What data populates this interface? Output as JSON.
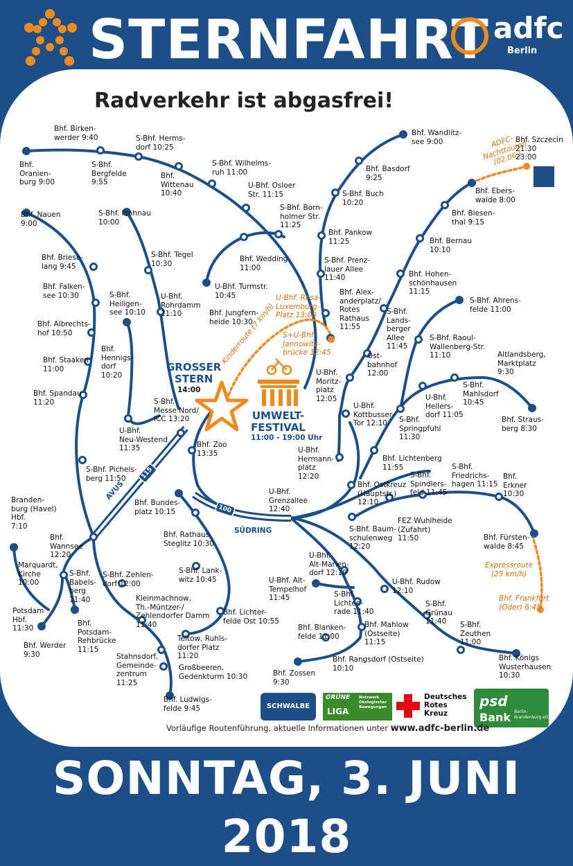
{
  "header": {
    "title": "STERNFAHRT",
    "org_name": "adfc",
    "org_city": "Berlin",
    "tagline": "Radverkehr ist abgasfrei!",
    "logo_icon": "orange-star-logo-icon"
  },
  "colors": {
    "route": "#1c4f88",
    "accent": "#ee8a1e",
    "background": "#1c4f88"
  },
  "center": {
    "stern_title": "GROSSER\nSTERN",
    "stern_time": "14:00",
    "festival_title": "UMWELT-\nFESTIVAL",
    "festival_time": "11:00 - 19:00 Uhr"
  },
  "special": {
    "kinderroute": "Kinderroute (7 km/h)",
    "nachttouren": "ADFC-\nNachttouren\n(02.06.)",
    "expressroute": "Expressroute\n(25 km/h)",
    "avus": "AVUS",
    "suedring": "SÜDRING",
    "shield_115": "115",
    "shield_100": "100"
  },
  "stations": [
    "Bhf. Birken-\nwerder 9:40",
    "S-Bhf. Herms-\ndorf 10:25",
    "Bhf.\nOranien-\nburg 9:00",
    "S-Bhf.\nBergfelde\n9:55",
    "Bhf.\nWittenau\n10:40",
    "S-Bhf. Wilhelms-\nruh 11:00",
    "U-Bhf. Osloer\nStr. 11:15",
    "S-Bhf. Born-\nholmer Str.\n11:25",
    "Bhf. Wandlitz-\nsee 9:00",
    "Bhf. Basdorf\n9:25",
    "S-Bhf. Buch\n10:20",
    "Bhf. Pankow\n11:25",
    "S-Bhf. Prenz-\nlauer Allee\n11:40",
    "Bhf. Alex-\nanderplatz/\nRotes\nRathaus\n11:55",
    "Bhf. Nauen\n9:00",
    "S-Bhf. Frohnau\n10:00",
    "S-Bhf. Tegel\n10:30",
    "U-Bhf.\nRohrdamm\n11:10",
    "Bhf. Wedding\n11:00",
    "U-Bhf. Turmstr.\n10:45",
    "Bhf. Jungfern-\nheide 10:30",
    "Bhf. Briese-\nlang 9:45",
    "Bhf. Falken-\nsee 10:30",
    "S-Bhf.\nHeiligen-\nsee 10:10",
    "Bhf. Albrechts-\nhof 10:50",
    "Bhf.\nHennigs-\ndorf\n10:20",
    "Bhf. Staaken\n11:00",
    "Bhf. Spandau\n11:20",
    "S-Bhf.\nMesse Nord/\nICC 13:20",
    "U-Bhf.\nNeu-Westend\n11:35",
    "Bhf. Zoo\n13:35",
    "S-Bhf. Pichels-\nberg 11:50",
    "U-Bhf. Rosa-\nLuxemburg-\nPlatz 13:00",
    "S+U-Bhf.\nJannowitz-\nbrücke 12:45",
    "U-Bhf.\nMoritz-\nplatz\n12:05",
    "U-Bhf.\nKottbusser\nTor 12:10",
    "U-Bhf.\nHermann-\nplatz\n12:20",
    "S-Bhf.\nLands-\nberger\nAllee\n11:45",
    "Ost-\nbahnhof\n12:00",
    "Bhf. Hohen-\nschönhausen\n11:15",
    "Bhf. Bernau\n10:10",
    "Bhf. Biesen-\nthal 9:15",
    "Bhf. Ebers-\nwalde 8:00",
    "Bhf. Szczecin\n21:30\n23:00",
    "S-Bhf. Ahrens-\nfelde 11:00",
    "S-Bhf. Raoul-\nWallenberg-Str.\n11:10",
    "S-Bhf.\nMahlsdorf\n10:45",
    "U-Bhf.\nHellers-\ndorf 11:05",
    "Altlandsberg,\nMarktplatz\n9:30",
    "Bhf. Straus-\nberg 8:30",
    "S-Bhf.\nSpringpfuhl\n11:30",
    "Bhf. Lichtenberg\n11:55",
    "Bhf. Ostkreuz\n(Hauptstr.)\n12:10",
    "S-Bhf.\nSpindlers-\nfeld 11:45",
    "S-Bhf.\nFriedrichs-\nhagen 11:15",
    "Bhf.\nErkner\n10:30",
    "U-Bhf.\nGrenzallee\n12:40",
    "S-Bhf. Baum-\nschulenweg\n12:20",
    "FEZ Wuhlheide\n(Zufahrt)\n11:50",
    "Bhf. Fürsten-\nwalde 8:45",
    "Bhf. Frankfurt\n(Oder) 6:45",
    "Branden-\nburg (Havel)\nHbf.\n7:10",
    "Bhf.\nWannsee\n12:20",
    "Bhf. Bundes-\nplatz 10:15",
    "Bhf. Rathaus\nSteglitz 10:30",
    "Marquardt,\nKirche\n10:00",
    "S-Bhf.\nBabels-\nberg\n11:40",
    "S-Bhf. Zehlen-\ndorf 12:00",
    "S-Bhf. Lank-\nwitz 10:45",
    "Potsdam\nHbf.\n11:30",
    "Kleinmachnow,\nTh.-Müntzer-/\nZehlendorfer Damm\n11:40",
    "Bhf. Lichter-\nfelde Ost 10:55",
    "Bhf.\nPotsdam-\nRehbrücke\n11:15",
    "Bhf. Werder\n9:30",
    "Teltow, Ruhls-\ndorfer Platz\n11:20",
    "Stahnsdorf,\nGemeinde-\nzentrum\n11:25",
    "Großbeeren,\nGedenkturm 10:30",
    "Bhf. Ludwigs-\nfelde 9:45",
    "U-Bhf.\nAlt-Marien-\ndorf 12:10",
    "U-Bhf. Alt-\nTempelhof\n11:45",
    "S-Bhf.\nLichten-\nrade 11:40",
    "U-Bhf. Rudow\n12:10",
    "Bhf. Blanken-\nfelde 11:00",
    "Bhf. Mahlow\n(Ostseite)\n11:15",
    "S-Bhf.\nGrünau\n11:40",
    "S-Bhf.\nZeuthen\n11:00",
    "Bhf. Rangsdorf (Ostseite)\n10:10",
    "Bhf. Zossen\n9:30",
    "Bhf. Königs\nWusterhausen\n10:30"
  ],
  "sponsors": {
    "s1": "SCHWALBE",
    "s2_a": "GRÜNE",
    "s2_b": "LIGA",
    "s2_c": "Netzwerk\nÖkologischer\nBewegungen",
    "s3": "Deutsches\nRotes\nKreuz",
    "s4_a": "psd",
    "s4_b": "Bank",
    "s4_c": "Berlin-\nBrandenburg eG"
  },
  "notice_text": "Vorläufige Routenführung, aktuelle Informationen unter",
  "notice_url": "www.adfc-berlin.de",
  "date_banner": "SONNTAG, 3. JUNI 2018"
}
